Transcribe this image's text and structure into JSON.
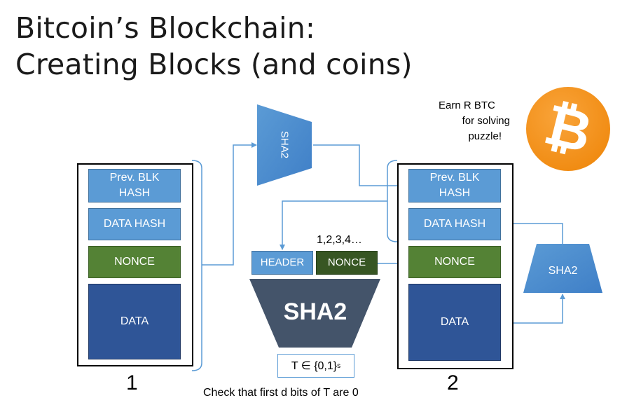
{
  "title": {
    "line1": "Bitcoin’s Blockchain:",
    "line2": "Creating Blocks (and coins)"
  },
  "block1": {
    "number": "1",
    "prev_hash": "Prev. BLK\nHASH",
    "data_hash": "DATA HASH",
    "nonce": "NONCE",
    "data": "DATA"
  },
  "block2": {
    "number": "2",
    "prev_hash": "Prev. BLK\nHASH",
    "data_hash": "DATA HASH",
    "nonce": "NONCE",
    "data": "DATA"
  },
  "sha_top": "SHA2",
  "sha_right": "SHA2",
  "sha_center": "SHA2",
  "header_label": "HEADER",
  "nonce_label": "NONCE",
  "nonce_sequence": "1,2,3,4…",
  "target_label": "T ∈ {0,1}",
  "target_exp": "s",
  "check_caption": "Check that first d bits of T are 0",
  "reward": {
    "line1": "Earn R BTC",
    "line2": "for solving",
    "line3": "puzzle!"
  },
  "bitcoin_symbol": "₿",
  "colors": {
    "light_blue": "#5b9bd5",
    "green": "#548235",
    "dark_blue": "#2f5597",
    "funnel": "#44546a",
    "bitcoin_orange": "#f7931a"
  }
}
